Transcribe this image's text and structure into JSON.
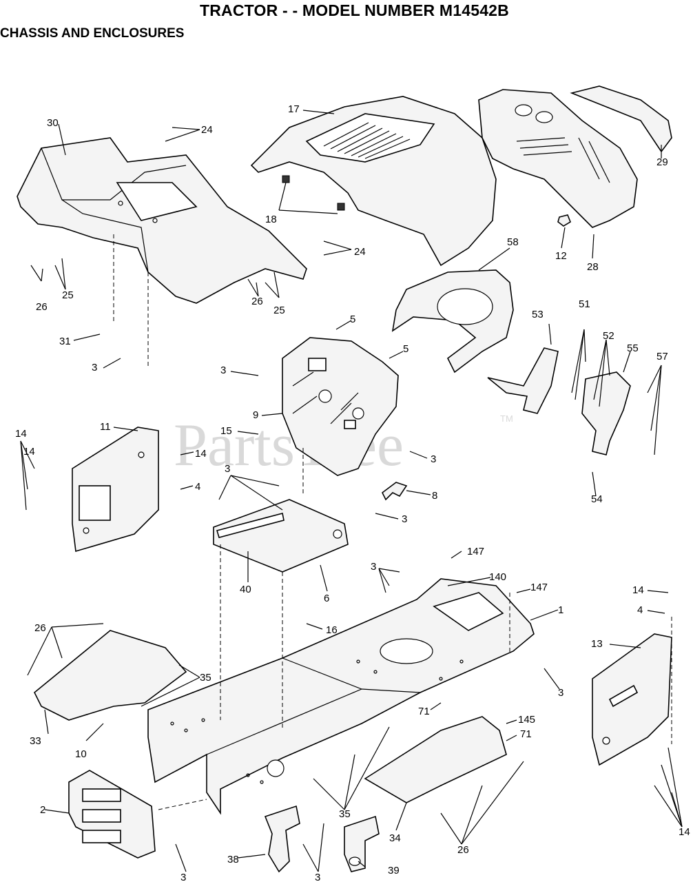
{
  "header": {
    "title": "TRACTOR - - MODEL NUMBER M14542B",
    "subtitle": "CHASSIS AND ENCLOSURES"
  },
  "watermark": {
    "text": "PartsTree",
    "tm": "TM"
  },
  "callouts": [
    "30",
    "24",
    "17",
    "29",
    "18",
    "12",
    "28",
    "24",
    "25",
    "26",
    "26",
    "25",
    "58",
    "5",
    "5",
    "31",
    "3",
    "3",
    "53",
    "51",
    "52",
    "55",
    "57",
    "9",
    "11",
    "14",
    "15",
    "14",
    "4",
    "3",
    "54",
    "3",
    "8",
    "3",
    "40",
    "6",
    "147",
    "3",
    "140",
    "147",
    "1",
    "14",
    "16",
    "4",
    "13",
    "26",
    "35",
    "33",
    "10",
    "71",
    "145",
    "71",
    "3",
    "2",
    "34",
    "35",
    "26",
    "38",
    "3",
    "39",
    "3",
    "14",
    "14"
  ]
}
